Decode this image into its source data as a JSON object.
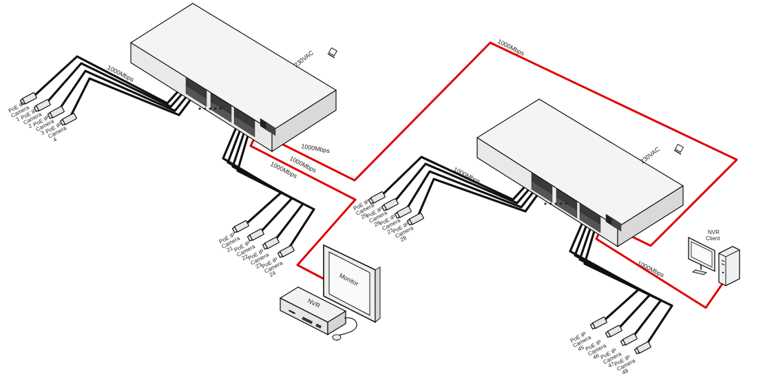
{
  "switches": [
    {
      "id": "left",
      "power_label": "230VAC",
      "dots": "• • • • •"
    },
    {
      "id": "right",
      "power_label": "230VAC",
      "dots": "• • • • •"
    }
  ],
  "speed_labels": {
    "sw1_cams_top": "1000Mbps",
    "sw1_cams_bottom": "1000Mbps",
    "sw1_uplink_a": "1000Mbps",
    "sw1_uplink_b": "1000Mbps",
    "long_link": "1000Mbps",
    "sw2_cams_top": "1000Mbps",
    "sw2_client": "1000Mbps"
  },
  "camera_groups": [
    {
      "id": "g1",
      "cameras": [
        {
          "line1": "PoE IP",
          "line2": "Camera",
          "num": "1"
        },
        {
          "line1": "PoE IP",
          "line2": "Camera",
          "num": "2"
        },
        {
          "line1": "PoE IP",
          "line2": "Camera",
          "num": "3"
        },
        {
          "line1": "PoE IP",
          "line2": "Camera",
          "num": "4"
        }
      ]
    },
    {
      "id": "g2",
      "cameras": [
        {
          "line1": "PoE IP",
          "line2": "Camera",
          "num": "21"
        },
        {
          "line1": "PoE IP",
          "line2": "Camera",
          "num": "22"
        },
        {
          "line1": "PoE IP",
          "line2": "Camera",
          "num": "23"
        },
        {
          "line1": "PoE IP",
          "line2": "Camera",
          "num": "24"
        }
      ]
    },
    {
      "id": "g3",
      "cameras": [
        {
          "line1": "PoE IP",
          "line2": "Camera",
          "num": "25"
        },
        {
          "line1": "PoE IP",
          "line2": "Camera",
          "num": "26"
        },
        {
          "line1": "PoE IP",
          "line2": "Camera",
          "num": "27"
        },
        {
          "line1": "PoE IP",
          "line2": "Camera",
          "num": "28"
        }
      ]
    },
    {
      "id": "g4",
      "cameras": [
        {
          "line1": "PoE IP",
          "line2": "Camera",
          "num": "45"
        },
        {
          "line1": "PoE IP",
          "line2": "Camera",
          "num": "46"
        },
        {
          "line1": "PoE IP",
          "line2": "Camera",
          "num": "47"
        },
        {
          "line1": "PoE IP",
          "line2": "Camera",
          "num": "48"
        }
      ]
    }
  ],
  "devices": {
    "nvr_label": "NVR",
    "monitor_label": "Monitor",
    "client_line1": "NVR",
    "client_line2": "Client"
  },
  "colors": {
    "link_red": "#e00000",
    "cable_black": "#111111"
  }
}
